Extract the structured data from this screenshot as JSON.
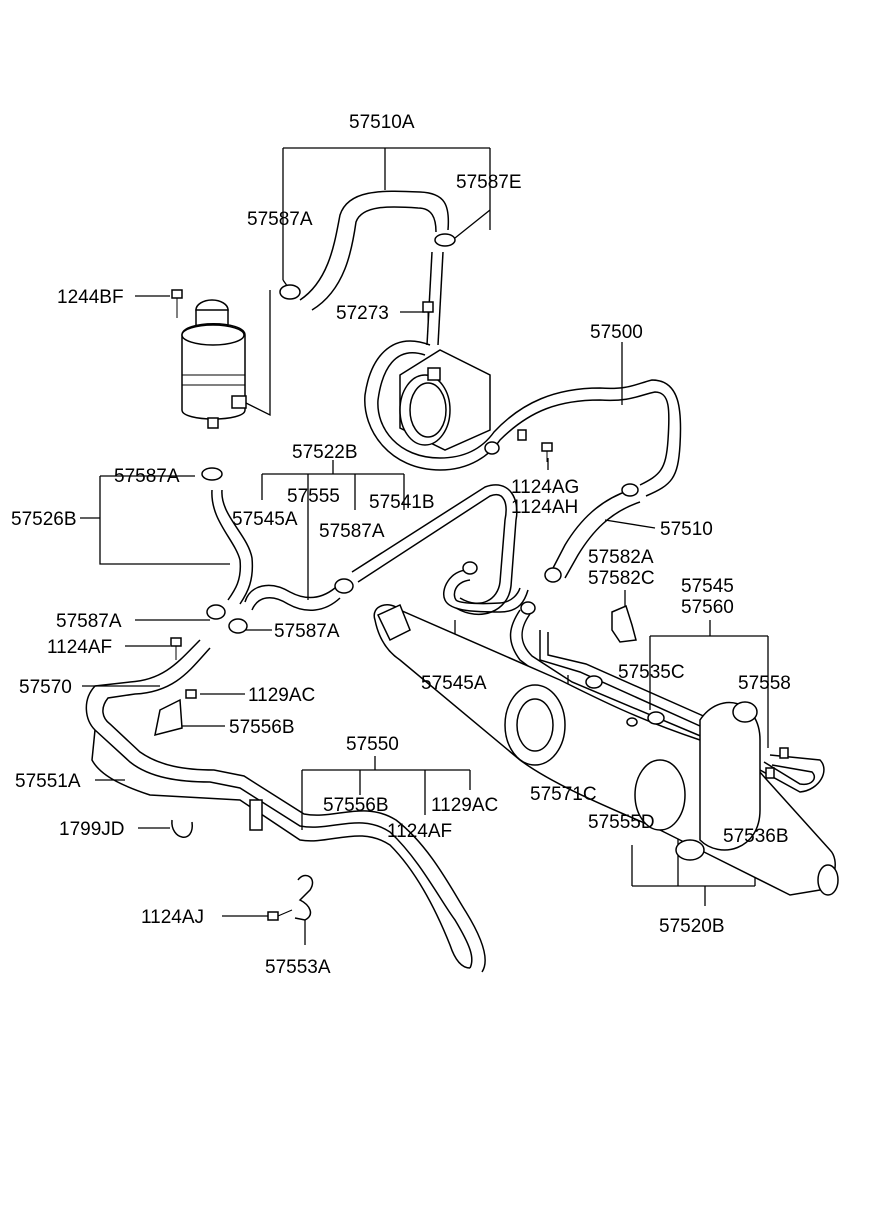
{
  "diagram": {
    "labels": {
      "l_57510A": "57510A",
      "l_57587E": "57587E",
      "l_57587A_top": "57587A",
      "l_1244BF": "1244BF",
      "l_57273": "57273",
      "l_57500": "57500",
      "l_57522B": "57522B",
      "l_57587A_left": "57587A",
      "l_57526B": "57526B",
      "l_57555": "57555",
      "l_57541B": "57541B",
      "l_57545A_left": "57545A",
      "l_57587A_mid": "57587A",
      "l_1124AG": "1124AG",
      "l_1124AH": "1124AH",
      "l_57510": "57510",
      "l_57582A": "57582A",
      "l_57582C": "57582C",
      "l_57545": "57545",
      "l_57560": "57560",
      "l_57587A_low1": "57587A",
      "l_57587A_low2": "57587A",
      "l_1124AF_left": "1124AF",
      "l_57570": "57570",
      "l_1129AC_left": "1129AC",
      "l_57545A_mid": "57545A",
      "l_57535C": "57535C",
      "l_57558": "57558",
      "l_57556B_left": "57556B",
      "l_57550": "57550",
      "l_57551A": "57551A",
      "l_57556B_mid": "57556B",
      "l_1129AC_mid": "1129AC",
      "l_57571C": "57571C",
      "l_57555D": "57555D",
      "l_1799JD": "1799JD",
      "l_1124AF_mid": "1124AF",
      "l_57536B": "57536B",
      "l_1124AJ": "1124AJ",
      "l_57553A": "57553A",
      "l_57520B": "57520B"
    }
  }
}
